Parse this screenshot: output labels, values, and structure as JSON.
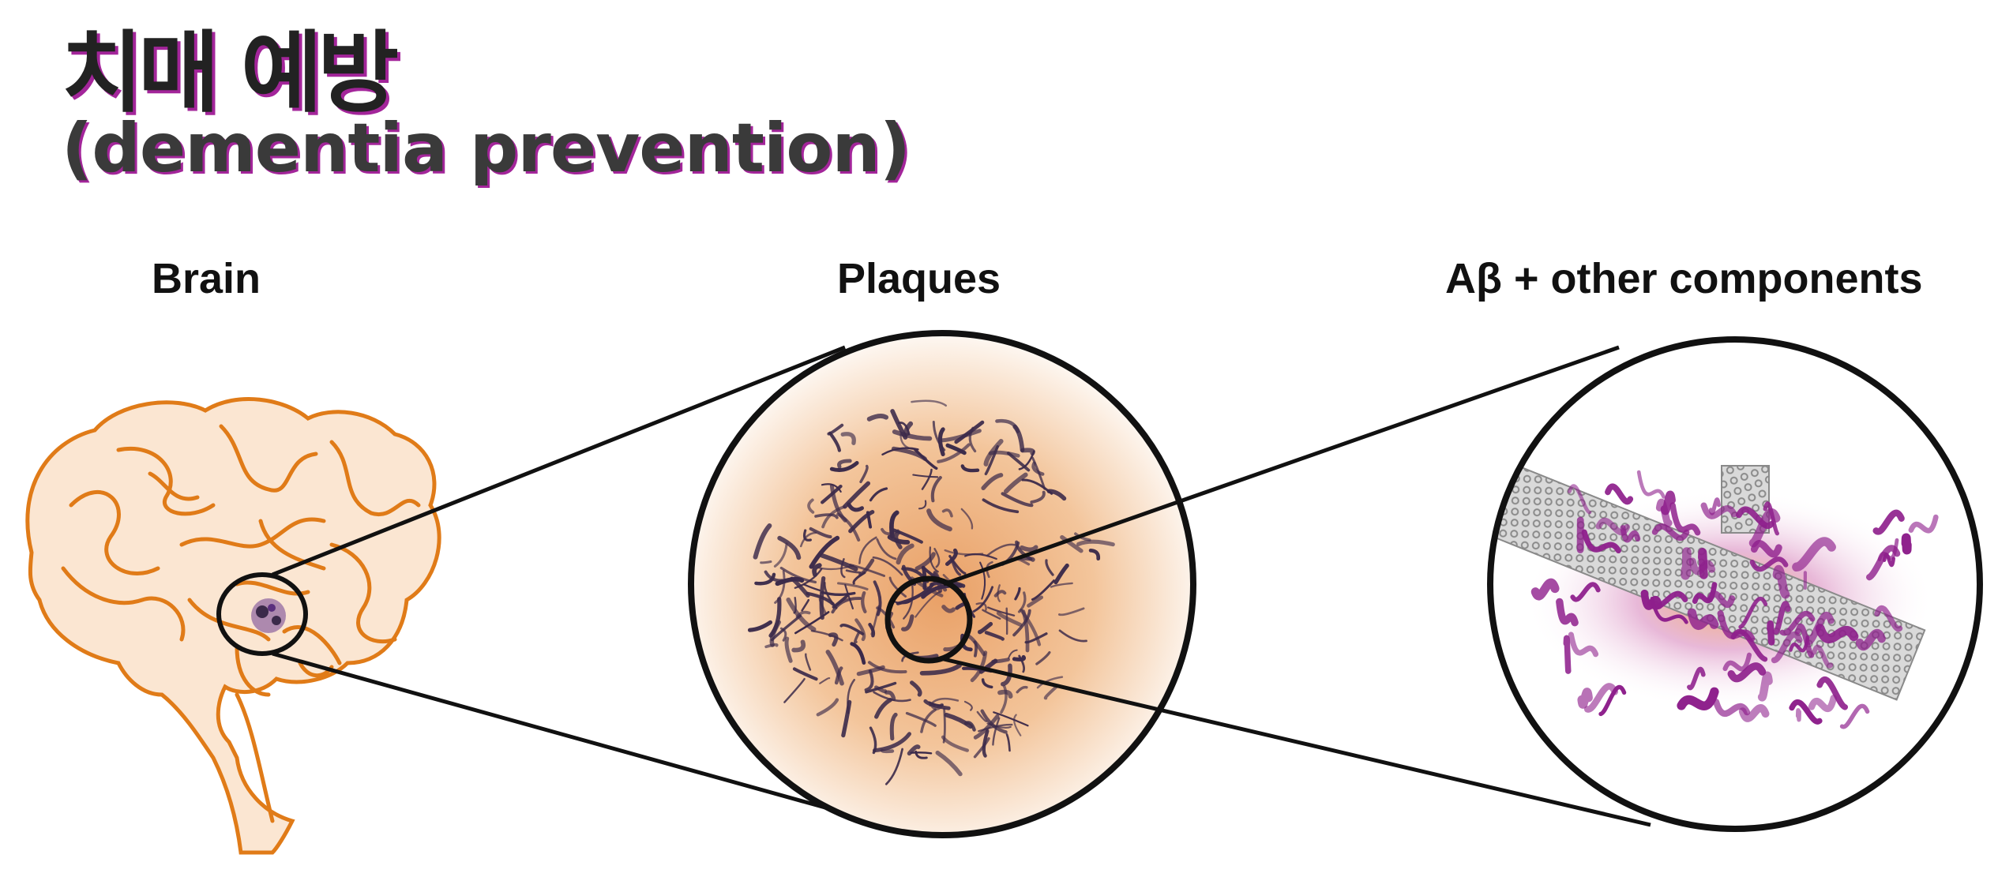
{
  "title": {
    "korean": "치매 예방",
    "english": "(dementia prevention)"
  },
  "panels": [
    {
      "label": "Brain"
    },
    {
      "label": "Plaques"
    },
    {
      "label": "Aβ + other components"
    }
  ],
  "colors": {
    "brain_outline": "#e07b18",
    "brain_fill": "#fbe6d2",
    "plaque": "#3b2a4a",
    "protein": "#8e1f8c",
    "fibril": "#b4b4b4",
    "title_shadow": "#a3259a",
    "circle_stroke": "#111111"
  }
}
